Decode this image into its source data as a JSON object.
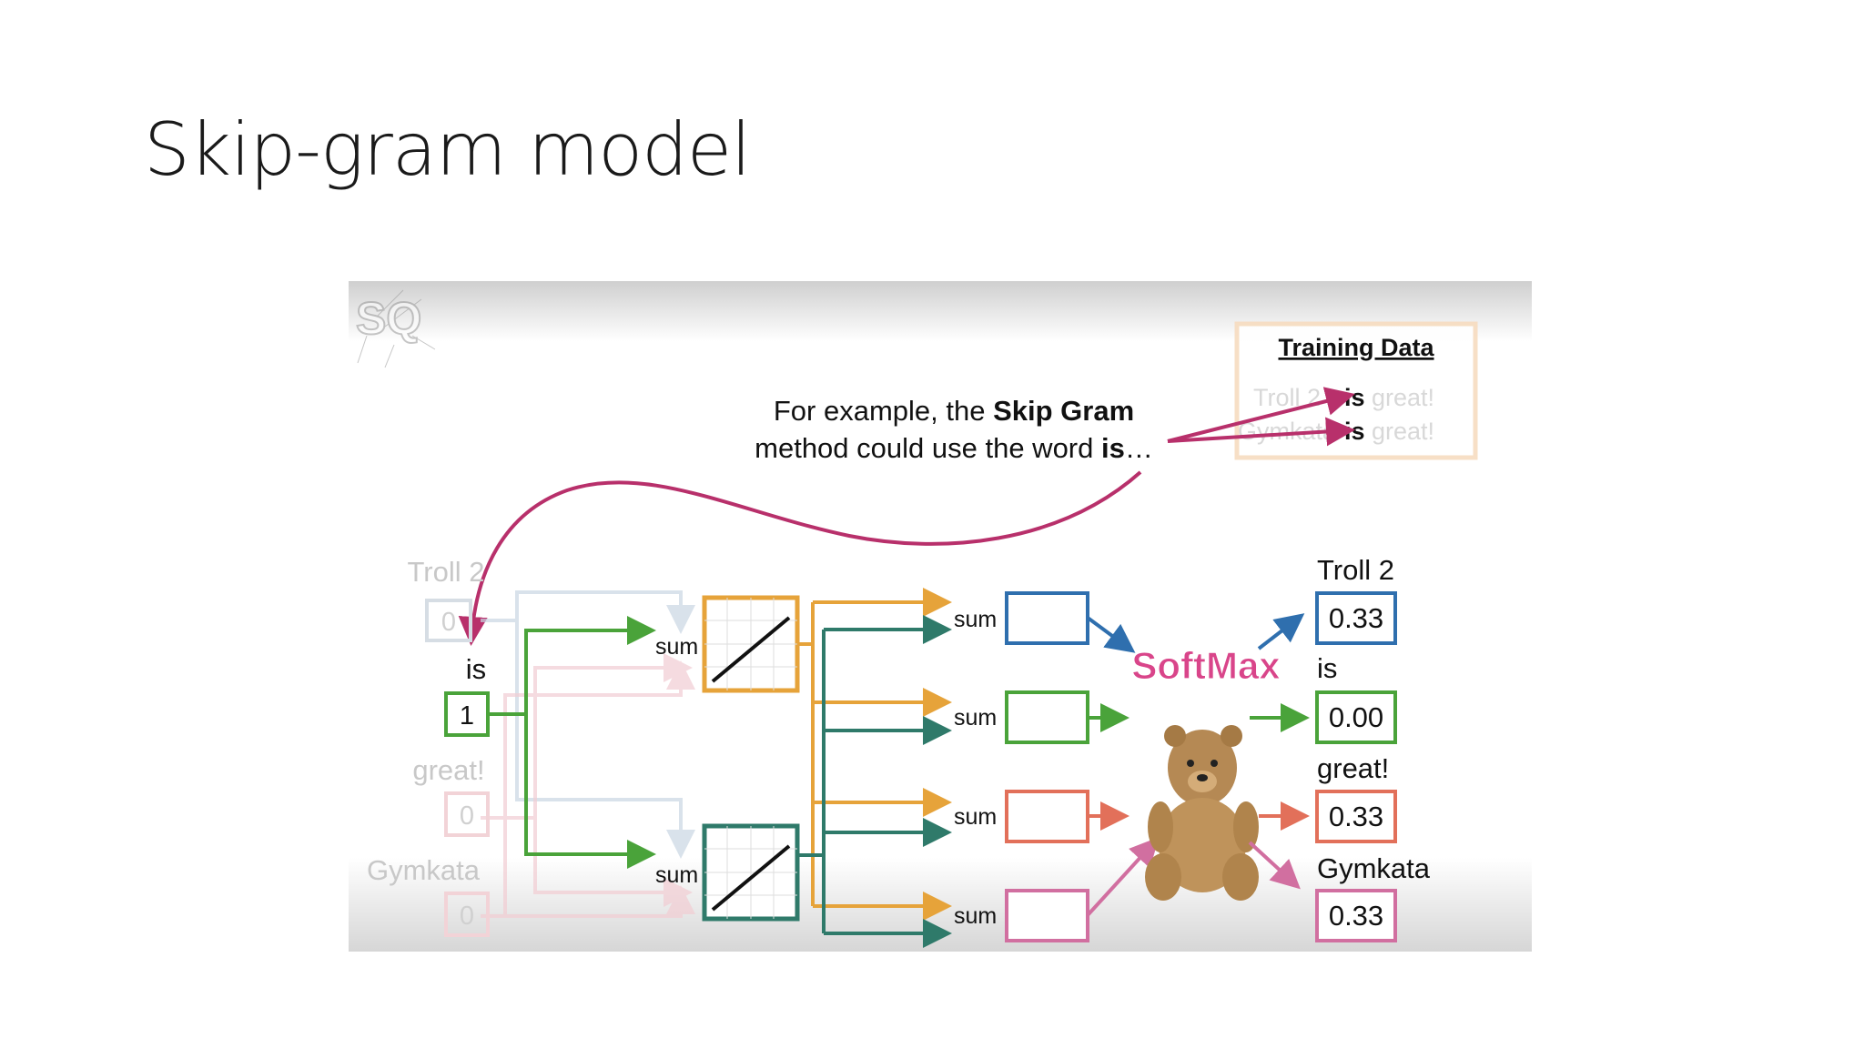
{
  "slide": {
    "title": "Skip-gram model"
  },
  "logo": {
    "text": "SQ"
  },
  "training_data": {
    "title": "Training Data",
    "rows": [
      {
        "pre": "Troll 2",
        "word": "is",
        "post": "great!"
      },
      {
        "pre": "Gymkata",
        "word": "is",
        "post": "great!"
      }
    ]
  },
  "caption": {
    "line1_pre": "For example, the ",
    "line1_bold": "Skip Gram",
    "line2_pre": "method could use the word ",
    "line2_bold": "is",
    "line2_post": "…"
  },
  "inputs": [
    {
      "word": "Troll 2",
      "value": "0",
      "active": false
    },
    {
      "word": "is",
      "value": "1",
      "active": true
    },
    {
      "word": "great!",
      "value": "0",
      "active": false
    },
    {
      "word": "Gymkata",
      "value": "0",
      "active": false
    }
  ],
  "sum_label": "sum",
  "softmax_label": "SoftMax",
  "outputs": [
    {
      "word": "Troll 2",
      "value": "0.33",
      "color": "#2f6fae"
    },
    {
      "word": "is",
      "value": "0.00",
      "color": "#4aa33a"
    },
    {
      "word": "great!",
      "value": "0.33",
      "color": "#e2705a"
    },
    {
      "word": "Gymkata",
      "value": "0.33",
      "color": "#d16fa0"
    }
  ],
  "colors": {
    "green": "#4aa33a",
    "orange": "#e6a33a",
    "teal": "#2f7a6a",
    "blue": "#2f6fae",
    "salmon": "#e2705a",
    "pink": "#d16fa0",
    "magenta_arrow": "#b8306b",
    "softmax": "#d9458a"
  }
}
